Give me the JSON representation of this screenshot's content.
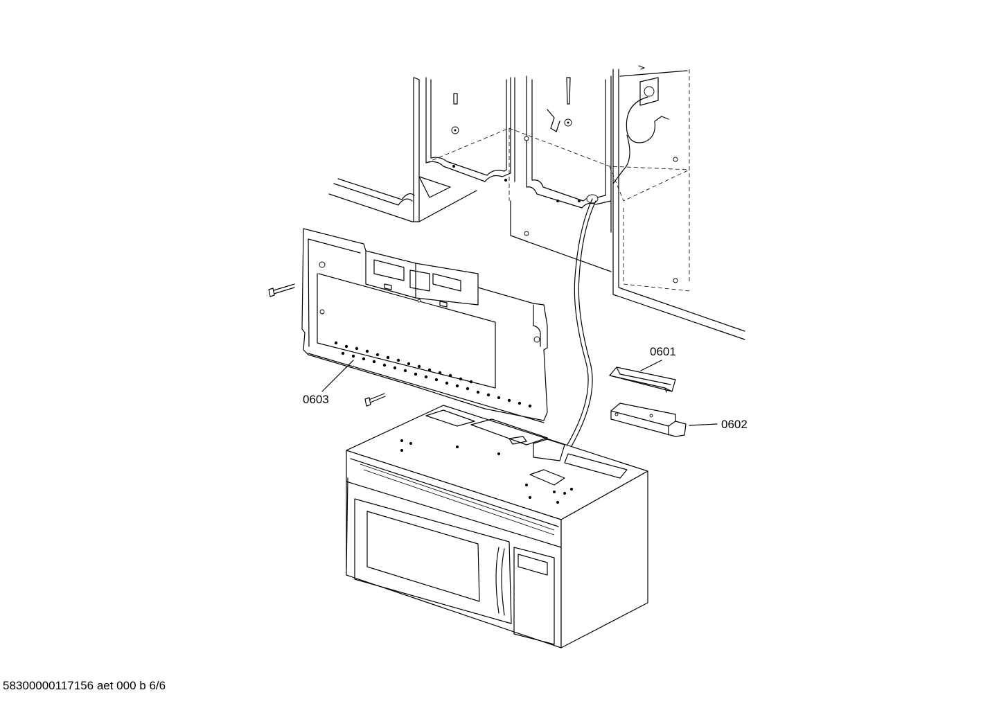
{
  "callouts": {
    "part_0601": "0601",
    "part_0602": "0602",
    "part_0603": "0603"
  },
  "footer": {
    "document_id": "58300000117156 aet 000 b 6/6"
  }
}
